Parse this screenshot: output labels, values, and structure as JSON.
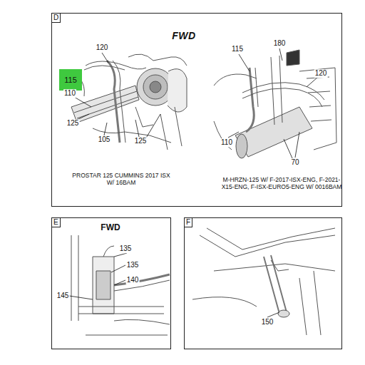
{
  "diagram": {
    "nodes": [
      {
        "text": [
          "D"
        ]
      },
      {
        "text": [
          "115"
        ],
        "in": 0
      },
      {
        "text": [
          "E"
        ]
      },
      {
        "text": [
          "F"
        ]
      }
    ],
    "labels": [
      "FWD",
      "120",
      "110",
      "125",
      "105",
      "125",
      "PROSTAR 125 CUMMINS 2017 ISX W/ 16BAM",
      "115",
      "180",
      "120",
      "110",
      "70",
      "M-HRZN-125 W/ F-2017-ISX-ENG, F-2021-X15-ENG, F-ISX-EURO5-ENG W/ 0016BAM",
      "FWD",
      "135",
      "135",
      "140",
      "145",
      "150"
    ]
  }
}
